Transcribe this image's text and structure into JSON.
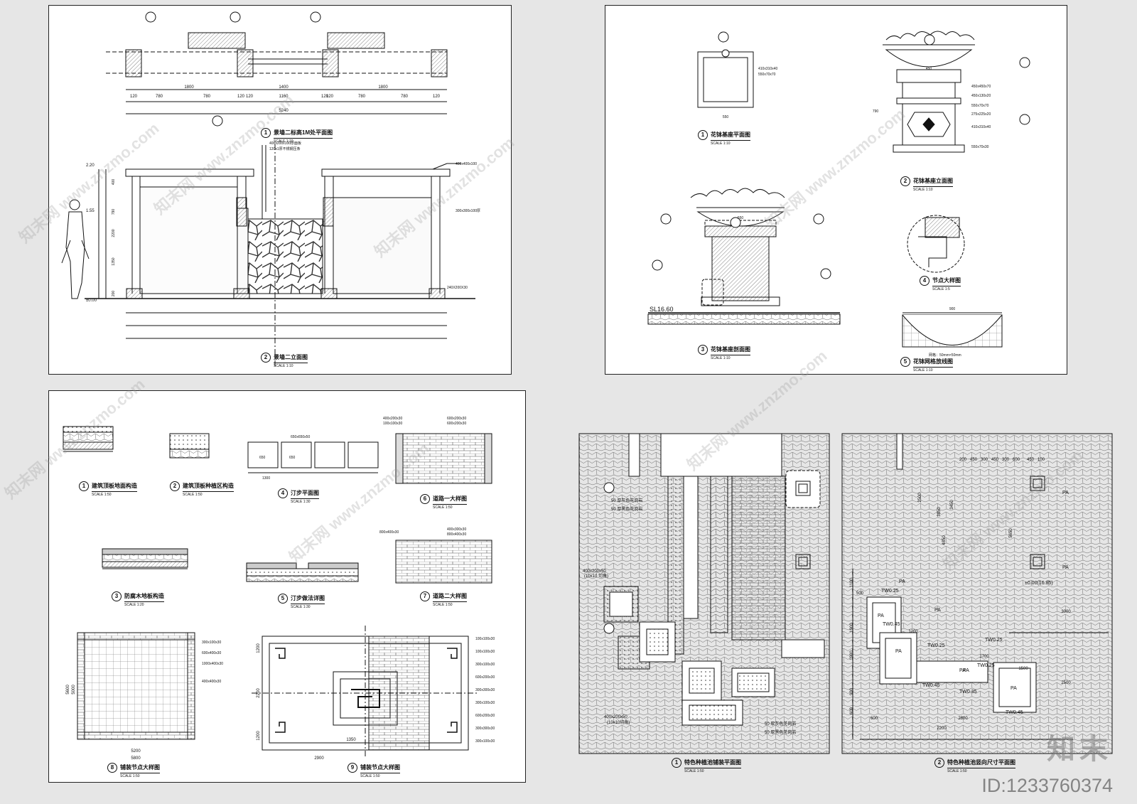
{
  "sheets": {
    "s1": {
      "captions": [
        {
          "num": "1",
          "text": "景墙二标高1M处平面图",
          "scale": "SCALE 1:10"
        },
        {
          "num": "2",
          "text": "景墙二立面图",
          "scale": "SCALE 1:10"
        }
      ],
      "dims_top": [
        "120",
        "780",
        "780",
        "120",
        "120",
        "1160",
        "120",
        "120",
        "780",
        "780",
        "120"
      ],
      "dims_mid": [
        "1800",
        "1400",
        "1800"
      ],
      "dims_total": "5240",
      "levels": [
        "2.20",
        "1.55",
        "±0.00"
      ],
      "heights": [
        "400",
        "790",
        "2200",
        "1350",
        "200"
      ],
      "notes": [
        "400x200x100厚面板",
        "120x1厚不锈钢压条",
        "400x400x100",
        "300x300x100厚",
        "240X200X30"
      ]
    },
    "s2": {
      "captions": [
        {
          "num": "1",
          "text": "花钵基座平面图",
          "scale": "SCALE 1:10"
        },
        {
          "num": "2",
          "text": "花钵基座立面图",
          "scale": "SCALE 1:10"
        },
        {
          "num": "3",
          "text": "花钵基座剖面图",
          "scale": "SCALE 1:10"
        },
        {
          "num": "4",
          "text": "节点大样图",
          "scale": "SCALE 1:5"
        },
        {
          "num": "5",
          "text": "花钵网格放线图",
          "scale": "SCALE 1:10"
        }
      ],
      "notes": [
        "410x310x40",
        "550x70x70",
        "450x450x70",
        "450x130x20",
        "550x70x70",
        "275x225x20",
        "410x310x40",
        "550x70x30"
      ],
      "level": "SL16.60",
      "dims": [
        "550",
        "450",
        "790",
        "550",
        "900"
      ],
      "grid_note": "网格：50mm×50mm"
    },
    "s3": {
      "captions": [
        {
          "num": "1",
          "text": "建筑顶板地面构造",
          "scale": "SCALE 1:50"
        },
        {
          "num": "2",
          "text": "建筑顶板种植区构造",
          "scale": "SCALE 1:50"
        },
        {
          "num": "3",
          "text": "防腐木地板构造",
          "scale": "SCALE 1:20"
        },
        {
          "num": "4",
          "text": "汀步平面图",
          "scale": "SCALE 1:30"
        },
        {
          "num": "5",
          "text": "汀步做法详图",
          "scale": "SCALE 1:30"
        },
        {
          "num": "6",
          "text": "道路一大样图",
          "scale": "SCALE 1:50"
        },
        {
          "num": "7",
          "text": "道路二大样图",
          "scale": "SCALE 1:50"
        },
        {
          "num": "8",
          "text": "铺装节点大样图",
          "scale": "SCALE 1:50"
        },
        {
          "num": "9",
          "text": "铺装节点大样图",
          "scale": "SCALE 1:50"
        }
      ],
      "notes4": [
        "650x650x50",
        "1300",
        "650",
        "650"
      ],
      "notes6": [
        "400x200x30",
        "100x100x30",
        "600x200x30",
        "600x200x30"
      ],
      "notes7": [
        "800x400x30",
        "400x300x30",
        "800x400x30"
      ],
      "notes8": [
        "300x100x30",
        "600x400x30",
        "1000x400x30",
        "400x400x30"
      ],
      "dims8": [
        "5200",
        "5800",
        "5600",
        "5000"
      ],
      "notes9": [
        "100x100x30",
        "100x100x30",
        "300x100x30",
        "600x200x30",
        "300x300x30",
        "300x100x30",
        "600x200x30",
        "300x300x30",
        "300x100x30"
      ],
      "dims9": [
        "2900",
        "1350",
        "2200",
        "1200",
        "1200"
      ]
    },
    "s4": {
      "captions": [
        {
          "num": "1",
          "text": "特色种植池铺装平面图",
          "scale": "SCALE 1:50"
        },
        {
          "num": "2",
          "text": "特色种植池竖向尺寸平面图",
          "scale": "SCALE 1:50"
        }
      ],
      "notes": [
        "50 厚灰色花岗岩",
        "50 厚黑色花岗岩",
        "400x200x50",
        "(10x10 切角)",
        "400x200x50",
        "(10x10切角)",
        "50 厚灰色花岗岩",
        "50 厚黑色花岗岩"
      ],
      "pa_labels": [
        "PA",
        "PA",
        "PA",
        "PA",
        "PA",
        "PA",
        "PA",
        "PA",
        "PA"
      ],
      "two_labels": [
        "TW0.25",
        "TW0.45",
        "TW0.45",
        "TW0.25",
        "TW0.25",
        "TW0.45",
        "TW0.35",
        "TW0.25"
      ],
      "level": "±0.00(16.85)",
      "dims_top": [
        "200",
        "450",
        "300",
        "450",
        "300",
        "600",
        "450",
        "100"
      ],
      "dims_v": [
        "2500",
        "3850",
        "3450",
        "5650",
        "4850",
        "1100",
        "1900",
        "1900",
        "900",
        "600"
      ],
      "dims_h": [
        "1200",
        "1700",
        "1500",
        "3000",
        "2500",
        "2200",
        "2800",
        "600",
        "500"
      ]
    }
  },
  "watermarks": [
    "知末网 www.znzmo.com",
    "知末网 www.znzmo.com",
    "知末网 www.znzmo.com",
    "知末网 www.znzmo.com",
    "知末网 www.znzmo.com",
    "知末网 www.znzmo.com",
    "知末网 www.znzmo.com",
    "知末网 www.znzmo.com"
  ],
  "brand": "知末",
  "id_label": "ID:1233760374"
}
